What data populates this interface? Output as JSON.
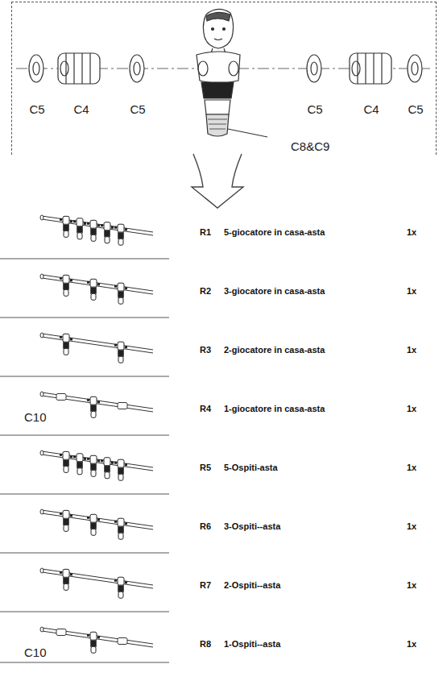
{
  "diagram": {
    "nodes": [
      {
        "text": [
          "C5",
          "C4",
          "C5",
          "C8&C9",
          "C5",
          "C4",
          "C5"
        ]
      }
    ],
    "labels": [
      "R1",
      "5-giocatore in casa-asta",
      "1x",
      "R2",
      "3-giocatore in casa-asta",
      "1x",
      "R3",
      "2-giocatore in casa-asta",
      "1x",
      "R4",
      "1-giocatore in casa-asta",
      "1x",
      "C10",
      "R5",
      "5-Ospiti-asta",
      "1x",
      "R6",
      "3-Ospiti--asta",
      "1x",
      "R7",
      "2-Ospiti--asta",
      "1x",
      "R8",
      "1-Ospiti--asta",
      "1x",
      "C10"
    ]
  }
}
